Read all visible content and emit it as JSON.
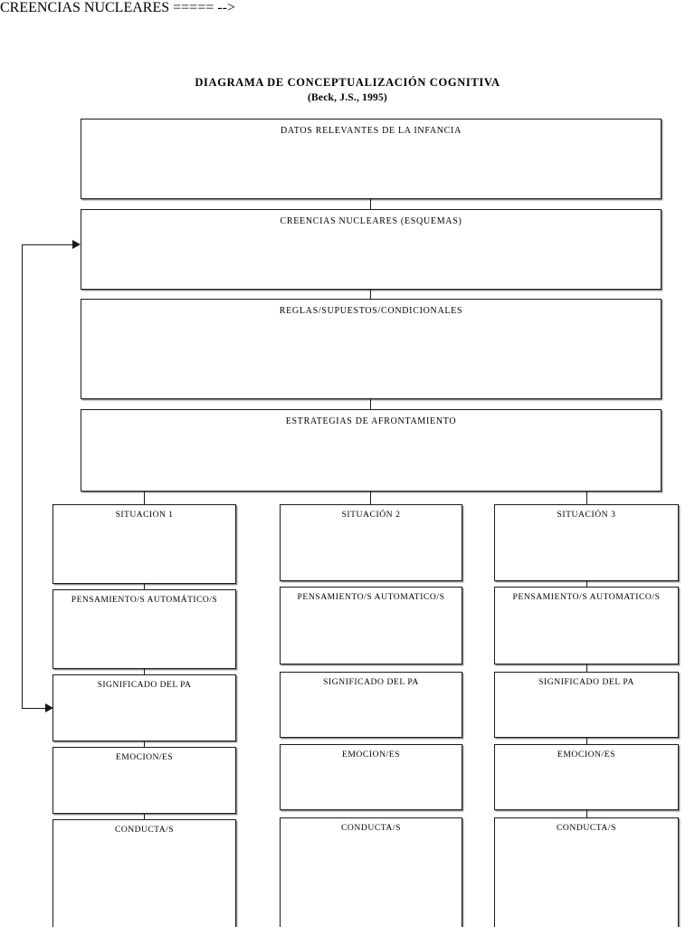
{
  "title": {
    "main": "DIAGRAMA DE CONCEPTUALIZACIÓN COGNITIVA",
    "sub": "(Beck, J.S., 1995)"
  },
  "core_boxes": [
    {
      "id": "datos-relevantes-infancia",
      "label": "DATOS RELEVANTES DE LA INFANCIA"
    },
    {
      "id": "creencias-nucleares",
      "label": "CREENCIAS NUCLEARES (ESQUEMAS)"
    },
    {
      "id": "reglas-supuestos-condicionales",
      "label": "REGLAS/SUPUESTOS/CONDICIONALES"
    },
    {
      "id": "estrategias-afrontamiento",
      "label": "ESTRATEGIAS DE AFRONTAMIENTO"
    }
  ],
  "columns": [
    {
      "id": "columna-1",
      "cells": [
        {
          "id": "situacion",
          "label": "SITUACION 1"
        },
        {
          "id": "pensamiento-automatico",
          "label": "PENSAMIENTO/S AUTOMÁTICO/S"
        },
        {
          "id": "significado-pa",
          "label": "SIGNIFICADO DEL PA"
        },
        {
          "id": "emocion",
          "label": "EMOCION/ES"
        },
        {
          "id": "conducta",
          "label": "CONDUCTA/S"
        }
      ]
    },
    {
      "id": "columna-2",
      "cells": [
        {
          "id": "situacion",
          "label": "SITUACIÓN 2"
        },
        {
          "id": "pensamiento-automatico",
          "label": "PENSAMIENTO/S AUTOMATICO/S"
        },
        {
          "id": "significado-pa",
          "label": "SIGNIFICADO DEL PA"
        },
        {
          "id": "emocion",
          "label": "EMOCION/ES"
        },
        {
          "id": "conducta",
          "label": "CONDUCTA/S"
        }
      ]
    },
    {
      "id": "columna-3",
      "cells": [
        {
          "id": "situacion",
          "label": "SITUACIÓN 3"
        },
        {
          "id": "pensamiento-automatico",
          "label": "PENSAMIENTO/S AUTOMATICO/S"
        },
        {
          "id": "significado-pa",
          "label": "SIGNIFICADO DEL PA"
        },
        {
          "id": "emocion",
          "label": "EMOCION/ES"
        },
        {
          "id": "conducta",
          "label": "CONDUCTA/S"
        }
      ]
    }
  ],
  "colors": {
    "stroke": "#1a1a1a",
    "shadow": "#8d8d8d",
    "background": "#ffffff"
  }
}
